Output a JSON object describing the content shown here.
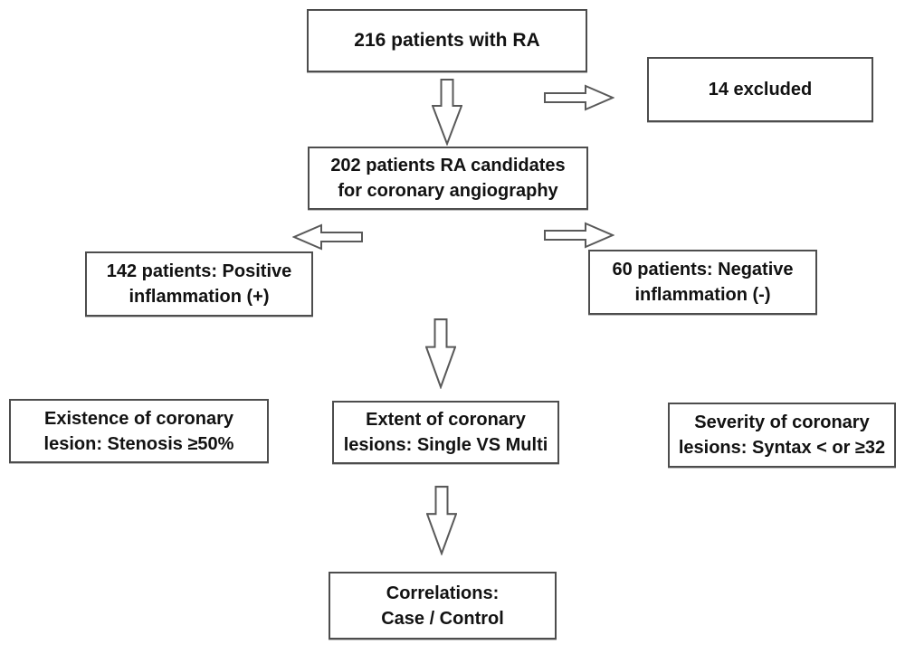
{
  "flowchart": {
    "nodes": {
      "total": {
        "lines": [
          "216 patients with RA"
        ]
      },
      "excluded": {
        "lines": [
          "14 excluded"
        ]
      },
      "candidates": {
        "lines": [
          "202 patients RA candidates",
          "for coronary angiography"
        ]
      },
      "positive": {
        "lines": [
          "142 patients: Positive",
          "inflammation (+)"
        ]
      },
      "negative": {
        "lines": [
          "60 patients: Negative",
          "inflammation (-)"
        ]
      },
      "existence": {
        "lines": [
          "Existence of coronary",
          "lesion: Stenosis ≥50%"
        ]
      },
      "extent": {
        "lines": [
          "Extent of coronary",
          "lesions: Single VS Multi"
        ]
      },
      "severity": {
        "lines": [
          "Severity of coronary",
          "lesions: Syntax < or ≥32"
        ]
      },
      "correlations": {
        "lines": [
          "Correlations:",
          "Case / Control"
        ]
      }
    },
    "colors": {
      "background": "#ffffff",
      "border": "#4d4d4d",
      "text": "#121212",
      "arrow_stroke": "#595959",
      "arrow_fill": "#ffffff"
    }
  }
}
